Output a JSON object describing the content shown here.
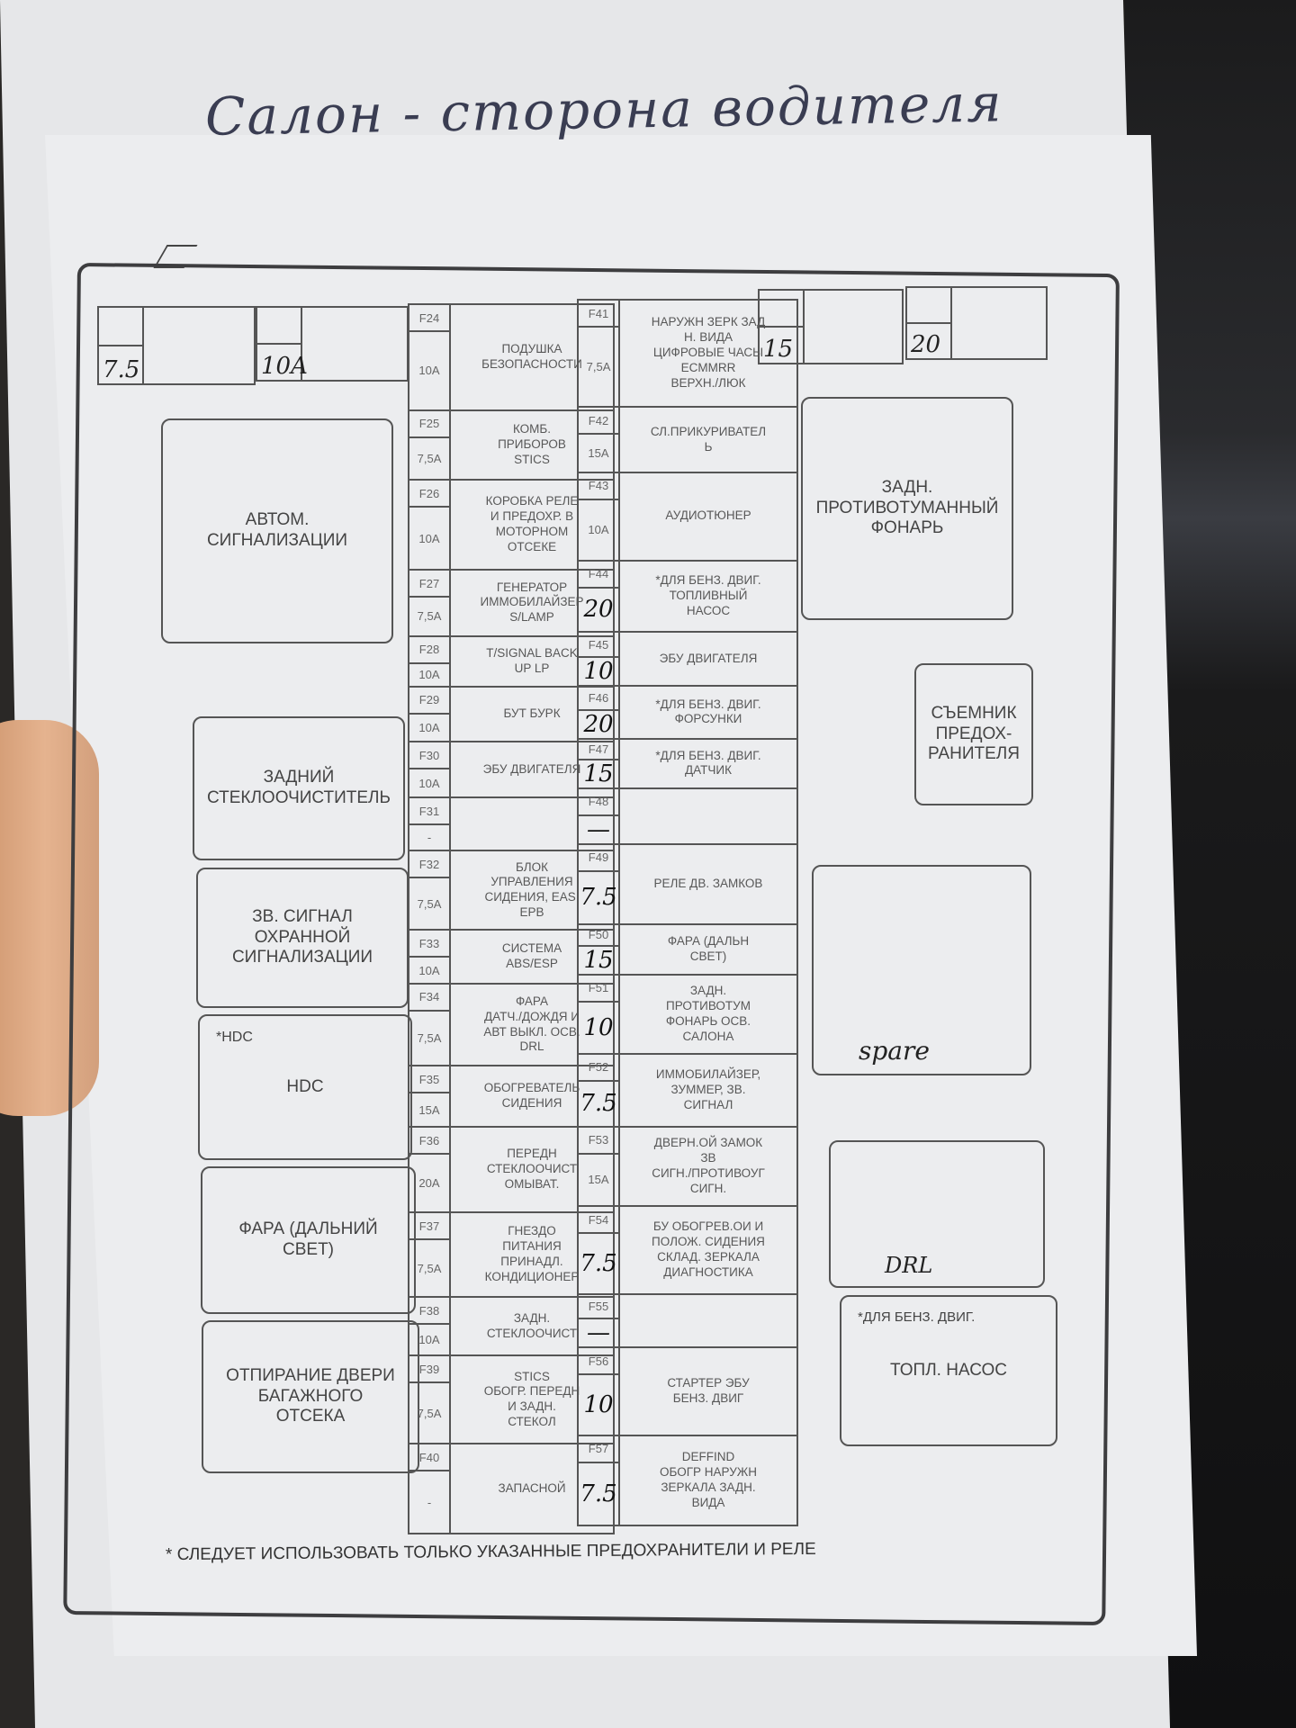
{
  "title": "Салон - сторона водителя",
  "top_fuses_left": [
    {
      "value": "7.5"
    },
    {
      "value": "10A"
    }
  ],
  "top_fuses_right": [
    {
      "value": "15"
    },
    {
      "value": "20"
    }
  ],
  "left_boxes": [
    {
      "label": "АВТОМ.\nСИГНАЛИЗАЦИИ"
    },
    {
      "label": "ЗАДНИЙ\nСТЕКЛООЧИСТИТЕЛЬ"
    },
    {
      "label": "ЗВ. СИГНАЛ\nОХРАННОЙ\nСИГНАЛИЗАЦИИ"
    },
    {
      "label": "HDC",
      "note": "*HDC"
    },
    {
      "label": "ФАРА (ДАЛЬНИЙ\nСВЕТ)"
    },
    {
      "label": "ОТПИРАНИЕ ДВЕРИ\nБАГАЖНОГО\nОТСЕКА"
    }
  ],
  "right_boxes": [
    {
      "label": "ЗАДН.\nПРОТИВОТУМАННЫЙ\nФОНАРЬ"
    },
    {
      "label": "СЪЕМНИК\nПРЕДОХ-\nРАНИТЕЛЯ"
    },
    {
      "label": "",
      "handwritten": "spare"
    },
    {
      "label": "",
      "handwritten": "DRL"
    },
    {
      "label": "ТОПЛ. НАСОС",
      "note": "*ДЛЯ БЕНЗ. ДВИГ."
    }
  ],
  "fuses_col1": [
    {
      "id": "F24",
      "amp": "10A",
      "desc": "ПОДУШКА\nБЕЗОПАСНОСТИ"
    },
    {
      "id": "F25",
      "amp": "7,5A",
      "desc": "КОМБ.\nПРИБОРОВ\nSTICS"
    },
    {
      "id": "F26",
      "amp": "10A",
      "desc": "КОРОБКА РЕЛЕ\nИ ПРЕДОХР. В\nМОТОРНОМ\nОТСЕКЕ"
    },
    {
      "id": "F27",
      "amp": "7,5A",
      "desc": "ГЕНЕРАТОР\nИММОБИЛАЙЗЕР\nS/LAMP"
    },
    {
      "id": "F28",
      "amp": "10A",
      "desc": "T/SIGNAL BACK\nUP LP"
    },
    {
      "id": "F29",
      "amp": "10A",
      "desc": "БУТ БУРК"
    },
    {
      "id": "F30",
      "amp": "10A",
      "desc": "ЭБУ ДВИГАТЕЛЯ"
    },
    {
      "id": "F31",
      "amp": "-",
      "desc": ""
    },
    {
      "id": "F32",
      "amp": "7,5A",
      "desc": "БЛОК\nУПРАВЛЕНИЯ\nСИДЕНИЯ, EAS,\nEPB"
    },
    {
      "id": "F33",
      "amp": "10A",
      "desc": "СИСТЕМА\nABS/ESP"
    },
    {
      "id": "F34",
      "amp": "7,5A",
      "desc": "ФАРА\nДАТЧ./ДОЖДЯ И\nАВТ ВЫКЛ. ОСВ.\nDRL"
    },
    {
      "id": "F35",
      "amp": "15A",
      "desc": "ОБОГРЕВАТЕЛЬ\nСИДЕНИЯ"
    },
    {
      "id": "F36",
      "amp": "20A",
      "desc": "ПЕРЕДН\nСТЕКЛООЧИСТ\nОМЫВАТ."
    },
    {
      "id": "F37",
      "amp": "7,5A",
      "desc": "ГНЕЗДО\nПИТАНИЯ\nПРИНАДЛ.\nКОНДИЦИОНЕР"
    },
    {
      "id": "F38",
      "amp": "10A",
      "desc": "ЗАДН.\nСТЕКЛООЧИСТ"
    },
    {
      "id": "F39",
      "amp": "7,5A",
      "desc": "STICS\nОБОГР. ПЕРЕДН\nИ ЗАДН.\nСТЕКОЛ"
    },
    {
      "id": "F40",
      "amp": "-",
      "desc": "ЗАПАСНОЙ"
    }
  ],
  "fuses_col2": [
    {
      "id": "F41",
      "amp": "7,5A",
      "desc": "НАРУЖН ЗЕРК ЗАД\nН. ВИДА\nЦИФРОВЫЕ ЧАСЫ\nECMMRR\nВЕРХН./ЛЮК"
    },
    {
      "id": "F42",
      "amp": "15A",
      "desc": "СЛ.ПРИКУРИВАТЕЛ\nЬ"
    },
    {
      "id": "F43",
      "amp": "10A",
      "desc": "АУДИОТЮНЕР"
    },
    {
      "id": "F44",
      "amp": "20",
      "handwritten": true,
      "desc": "*ДЛЯ БЕНЗ. ДВИГ.\nТОПЛИВНЫЙ\nНАСОС"
    },
    {
      "id": "F45",
      "amp": "10",
      "handwritten": true,
      "desc": "ЭБУ ДВИГАТЕЛЯ"
    },
    {
      "id": "F46",
      "amp": "20",
      "handwritten": true,
      "desc": "*ДЛЯ БЕНЗ. ДВИГ.\nФОРСУНКИ"
    },
    {
      "id": "F47",
      "amp": "15",
      "handwritten": true,
      "desc": "*ДЛЯ БЕНЗ. ДВИГ.\nДАТЧИК"
    },
    {
      "id": "F48",
      "amp": "—",
      "handwritten": true,
      "desc": ""
    },
    {
      "id": "F49",
      "amp": "7.5",
      "handwritten": true,
      "desc": "РЕЛЕ ДВ. ЗАМКОВ"
    },
    {
      "id": "F50",
      "amp": "15",
      "handwritten": true,
      "desc": "ФАРА (ДАЛЬН\nСВЕТ)"
    },
    {
      "id": "F51",
      "amp": "10",
      "handwritten": true,
      "desc": "ЗАДН.\nПРОТИВОТУМ\nФОНАРЬ ОСВ.\nСАЛОНА"
    },
    {
      "id": "F52",
      "amp": "7.5",
      "handwritten": true,
      "desc": "ИММОБИЛАЙЗЕР,\nЗУММЕР, ЗВ.\nСИГНАЛ"
    },
    {
      "id": "F53",
      "amp": "15A",
      "desc": "ДВЕРН.ОЙ ЗАМОК\nЗВ\nСИГН./ПРОТИВОУГ\nСИГН."
    },
    {
      "id": "F54",
      "amp": "7.5",
      "handwritten": true,
      "desc": "БУ ОБОГРЕВ.ОИ И\nПОЛОЖ. СИДЕНИЯ\nСКЛАД. ЗЕРКАЛА\nДИАГНОСТИКА"
    },
    {
      "id": "F55",
      "amp": "—",
      "handwritten": true,
      "desc": ""
    },
    {
      "id": "F56",
      "amp": "10",
      "handwritten": true,
      "desc": "СТАРТЕР ЭБУ\nБЕНЗ. ДВИГ"
    },
    {
      "id": "F57",
      "amp": "7.5",
      "handwritten": true,
      "desc": "DEFFIND\nОБОГР НАРУЖН\nЗЕРКАЛА ЗАДН.\nВИДА"
    }
  ],
  "footnote": "* СЛЕДУЕТ ИСПОЛЬЗОВАТЬ ТОЛЬКО УКАЗАННЫЕ ПРЕДОХРАНИТЕЛИ И РЕЛЕ"
}
